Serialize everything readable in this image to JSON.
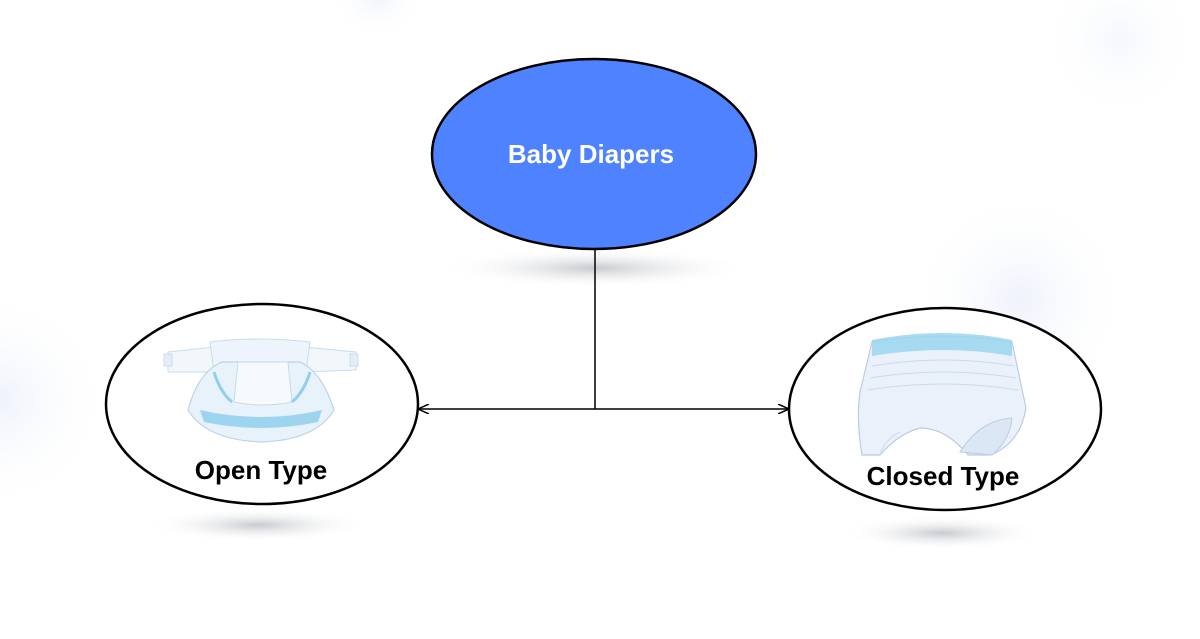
{
  "diagram": {
    "root": {
      "label": "Baby Diapers",
      "fill_color": "#4f82fe",
      "text_color": "#ffffff"
    },
    "children": [
      {
        "label": "Open Type",
        "icon": "open-diaper-icon"
      },
      {
        "label": "Closed Type",
        "icon": "pull-up-diaper-icon"
      }
    ],
    "colors": {
      "node_stroke": "#000000",
      "child_fill": "#ffffff",
      "diaper_blue": "#8fd0ee",
      "diaper_body": "#e8f2fb"
    }
  }
}
